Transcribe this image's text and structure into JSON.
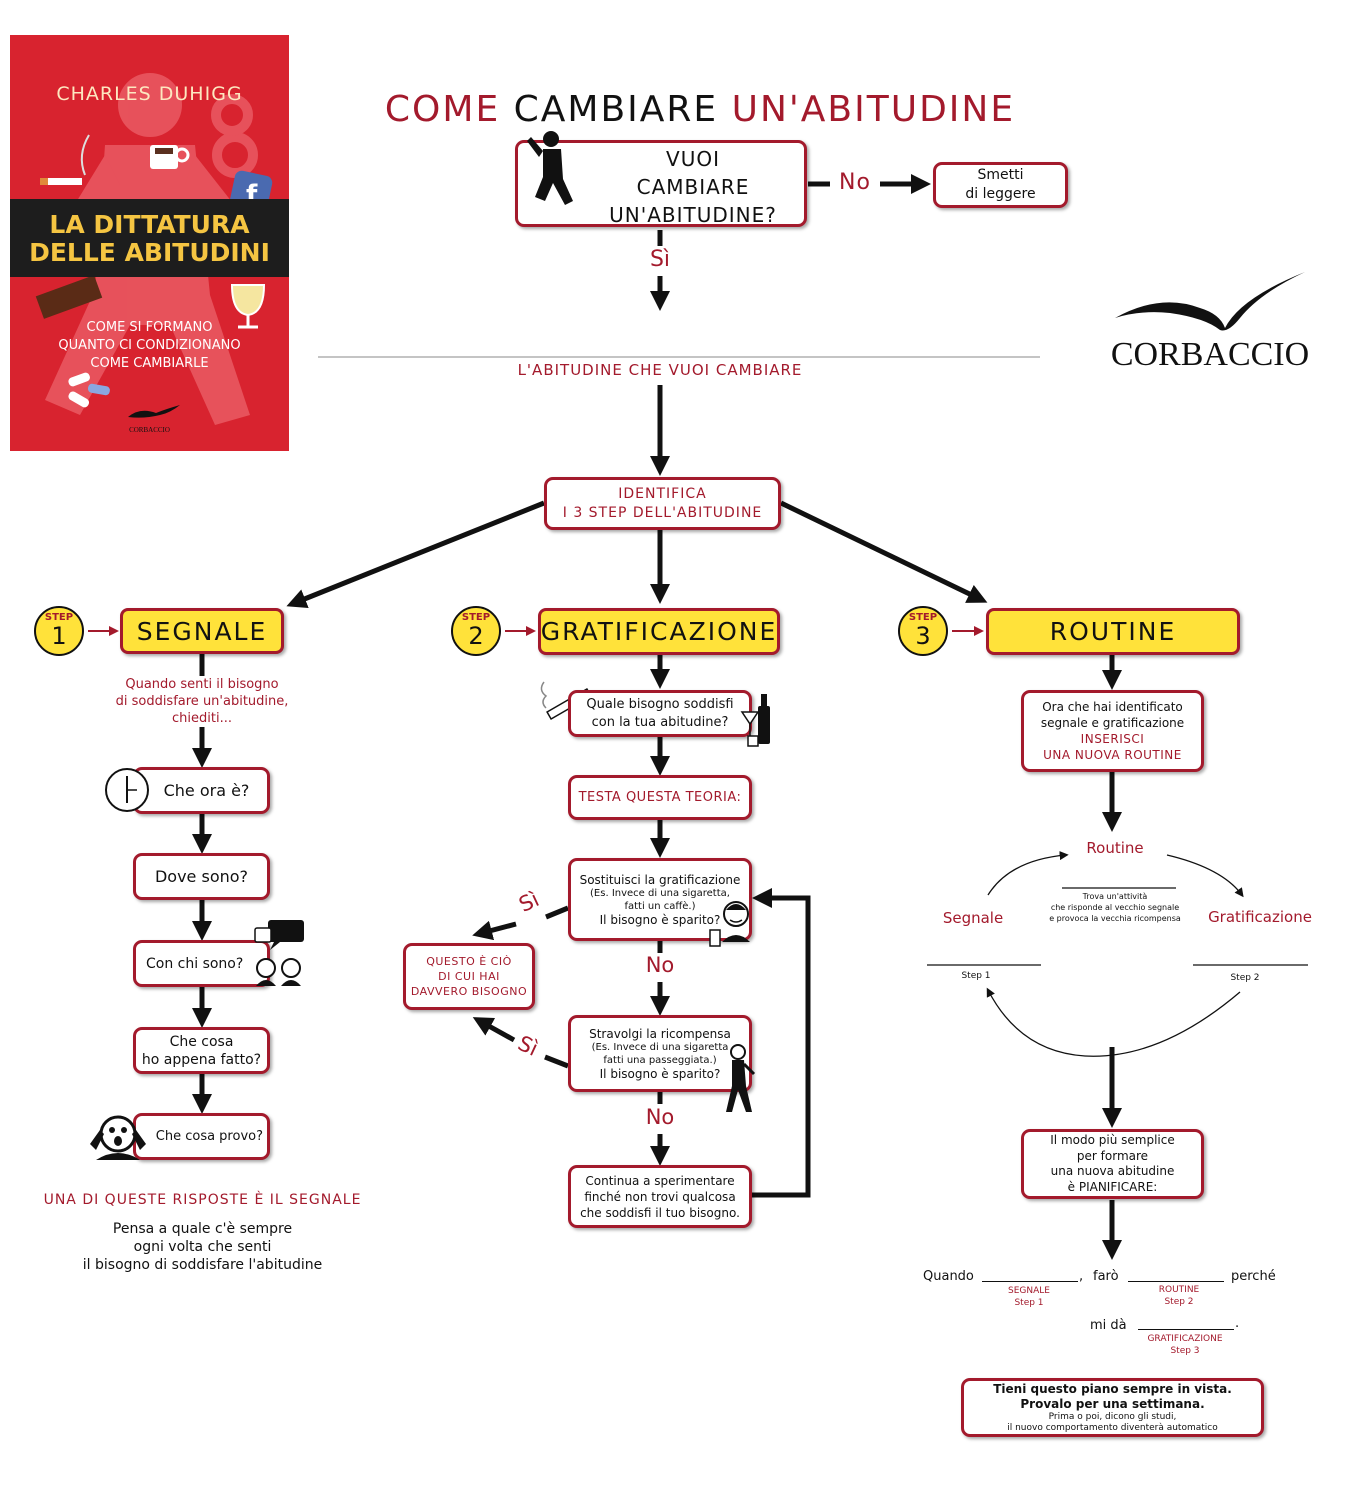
{
  "title": {
    "part1": "COME ",
    "part2": "CAMBIARE ",
    "part3": "UN'ABITUDINE"
  },
  "book": {
    "author": "CHARLES DUHIGG",
    "title_line1": "LA DITTATURA",
    "title_line2": "DELLE ABITUDINI",
    "subtitle": "COME SI FORMANO\nQUANTO CI CONDIZIONANO\nCOME CAMBIARLE",
    "publisher": "CORBACCIO"
  },
  "publisher_logo": "CORBACCIO",
  "colors": {
    "accent": "#a31a2c",
    "highlight": "#ffe23a",
    "cover": "#d8232f"
  },
  "top": {
    "question": "VUOI\nCAMBIARE\nUN'ABITUDINE?",
    "no_label": "No",
    "stop": "Smetti\ndi leggere",
    "yes_label": "Sì",
    "habit_label": "L'ABITUDINE CHE VUOI CAMBIARE",
    "identify": "IDENTIFICA\nI 3 STEP DELL'ABITUDINE"
  },
  "steps": [
    {
      "word": "STEP",
      "number": "1",
      "label": "SEGNALE"
    },
    {
      "word": "STEP",
      "number": "2",
      "label": "GRATIFICAZIONE"
    },
    {
      "word": "STEP",
      "number": "3",
      "label": "ROUTINE"
    }
  ],
  "segnale": {
    "intro": "Quando senti il bisogno\ndi soddisfare un'abitudine,\nchiediti...",
    "q1": "Che ora è?",
    "q2": "Dove sono?",
    "q3": "Con chi sono?",
    "q4": "Che cosa\nho appena fatto?",
    "q5": "Che cosa provo?",
    "conclusion": "UNA DI QUESTE RISPOSTE È IL SEGNALE",
    "note": "Pensa a quale c'è sempre\nogni volta che senti\nil bisogno di soddisfare l'abitudine"
  },
  "gratificazione": {
    "q1": "Quale bisogno soddisfi\ncon la tua abitudine?",
    "test": "TESTA QUESTA TEORIA:",
    "sub_title": "Sostituisci la gratificazione",
    "sub_example": "(Es. Invece di una sigaretta,\nfatti un caffè.)",
    "sub_question": "Il bisogno è sparito?",
    "rev_title": "Stravolgi la ricompensa",
    "rev_example": "(Es. Invece di una sigaretta\nfatti una passeggiata.)",
    "rev_question": "Il bisogno è sparito?",
    "continue": "Continua a sperimentare\nfinché non trovi qualcosa\nche soddisfi il tuo bisogno.",
    "found": "QUESTO È CIÒ\nDI CUI HAI\nDAVVERO BISOGNO",
    "yes1": "Sì",
    "yes2": "Sì",
    "no1": "No",
    "no2": "No"
  },
  "routine": {
    "intro_black": "Ora che hai identificato\nsegnale e gratificazione",
    "intro_red": "INSERISCI\nUNA NUOVA ROUTINE",
    "cycle_routine": "Routine",
    "cycle_segnale": "Segnale",
    "cycle_grat": "Gratificazione",
    "cycle_center": "Trova un'attività\nche risponde al vecchio segnale\ne provoca la vecchia ricompensa",
    "cycle_step1": "Step 1",
    "cycle_step2": "Step 2",
    "plan_intro": "Il modo più semplice\nper formare\nuna nuova abitudine\nè PIANIFICARE:",
    "w_quando": "Quando",
    "w_comma": ",",
    "w_faro": "farò",
    "w_perche": "perché",
    "w_mida": "mi dà",
    "w_dot": ".",
    "lbl_segnale": "SEGNALE",
    "lbl_step1": "Step 1",
    "lbl_routine": "ROUTINE",
    "lbl_step2": "Step 2",
    "lbl_grat": "GRATIFICAZIONE",
    "lbl_step3": "Step 3",
    "final_bold": "Tieni questo piano sempre in vista.\nProvalo per una settimana.",
    "final_small": "Prima o poi, dicono gli studi,\nil nuovo comportamento diventerà automatico"
  }
}
